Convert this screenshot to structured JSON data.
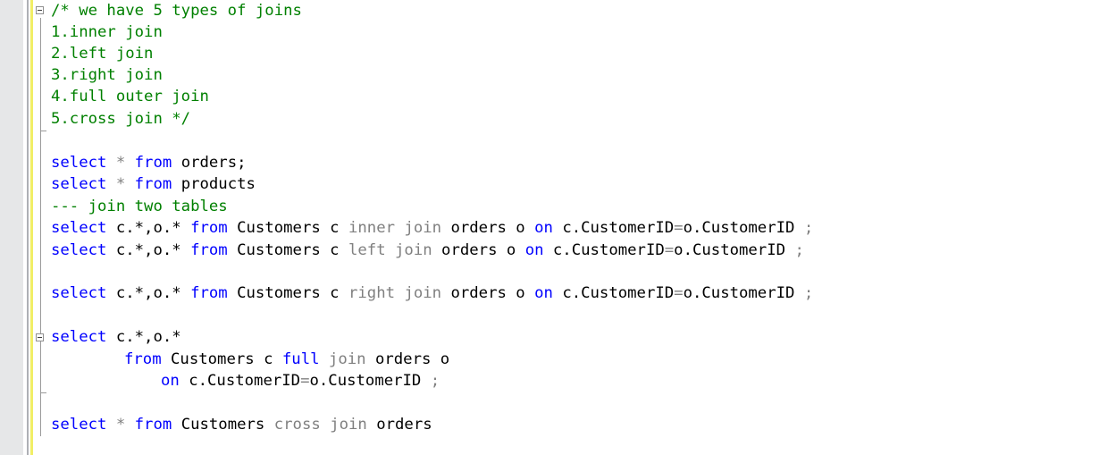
{
  "editor": {
    "colors": {
      "keyword": "#0000ff",
      "comment": "#008000",
      "operator": "#808080",
      "identifier": "#000000"
    },
    "tokens": {
      "select": "select",
      "from": "from",
      "on": "on",
      "star": "*",
      "semicolon": ";",
      "eq": "=",
      "star_sel": "c.*,o.*",
      "customers": "Customers",
      "customers_c": "Customers c",
      "inner": "inner",
      "left": "left",
      "right": "right",
      "full": "full",
      "cross": "cross",
      "join": "join",
      "orders_o": "orders o",
      "orders": "orders",
      "orders_semi": "orders;",
      "products": "products",
      "c_customerid": "c.CustomerID",
      "o_customerid": "o.CustomerID"
    },
    "comments": {
      "block_line1": "/* we have 5 types of joins",
      "block_line2": "1.inner join",
      "block_line3": "2.left join",
      "block_line4": "3.right join",
      "block_line5": "4.full outer join",
      "block_line6": "5.cross join */",
      "line_comment": "--- join two tables"
    }
  }
}
